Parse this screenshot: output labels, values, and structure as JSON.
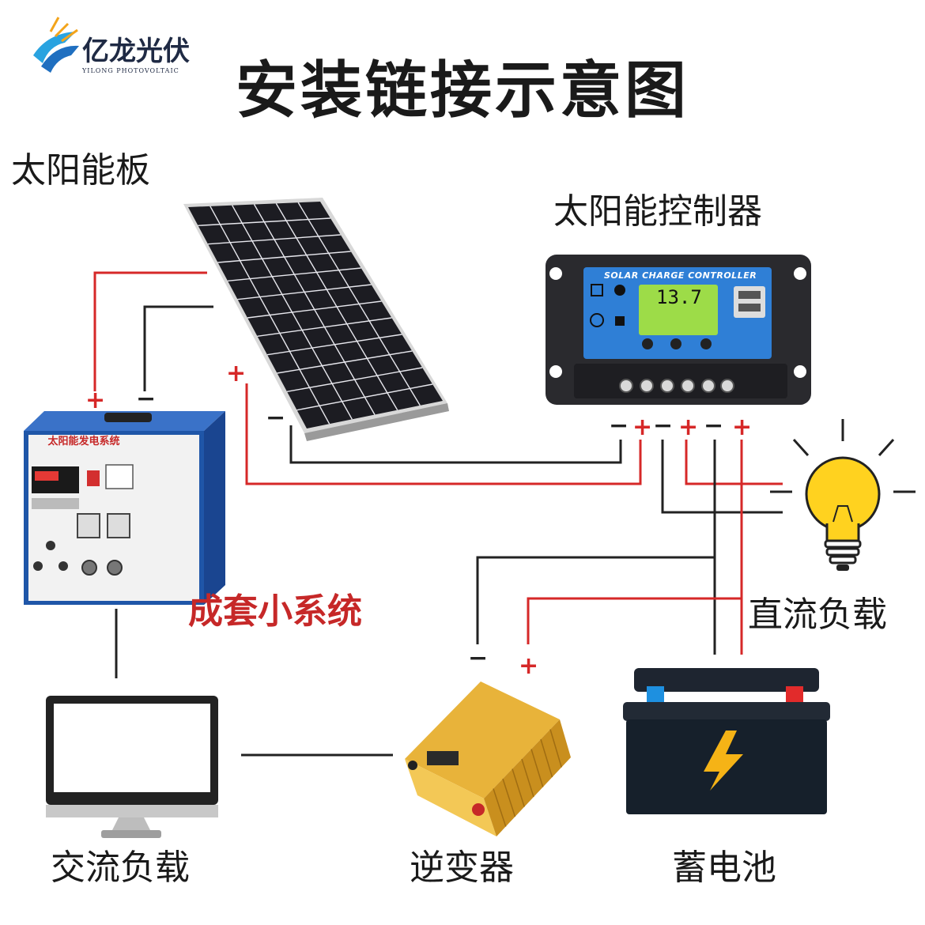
{
  "brand": {
    "name": "亿龙光伏",
    "subtitle": "YILONG PHOTOVOLTAIC"
  },
  "title": "安装链接示意图",
  "components": {
    "solar_panel": "太阳能板",
    "controller": "太阳能控制器",
    "controller_caption": "SOLAR CHARGE CONTROLLER",
    "controller_display": "13.7",
    "system_box_plate": "太阳能发电系统",
    "kit_label": "成套小系统",
    "dc_load": "直流负载",
    "ac_load": "交流负载",
    "inverter": "逆变器",
    "battery": "蓄电池"
  },
  "terminals": {
    "plus": "+",
    "minus": "−"
  },
  "colors": {
    "wire_red": "#d62828",
    "wire_black": "#222222",
    "panel_cell": "#1c1c22",
    "controller_blue": "#2f7fd6",
    "box_blue": "#1f56a8",
    "inverter_gold": "#e8b33a",
    "bulb_yellow": "#ffd21f"
  }
}
